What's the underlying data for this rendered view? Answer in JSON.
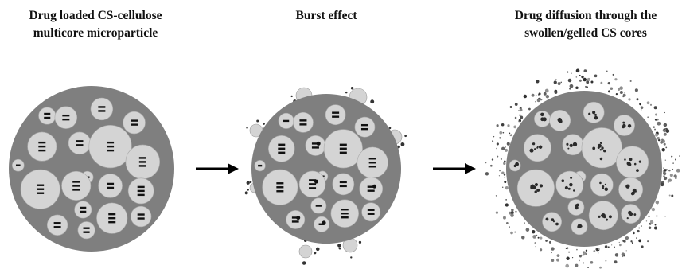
{
  "stages": [
    {
      "title_lines": [
        "Drug loaded CS-cellulose",
        "multicore microparticle"
      ]
    },
    {
      "title_lines": [
        "Burst effect"
      ]
    },
    {
      "title_lines": [
        "Drug diffusion through the",
        "swollen/gelled CS cores"
      ]
    }
  ],
  "colors": {
    "matrix": "#7f7f7f",
    "core": "#d4d4d4",
    "drug": "#111111",
    "arrow": "#000000",
    "background": "#ffffff"
  }
}
